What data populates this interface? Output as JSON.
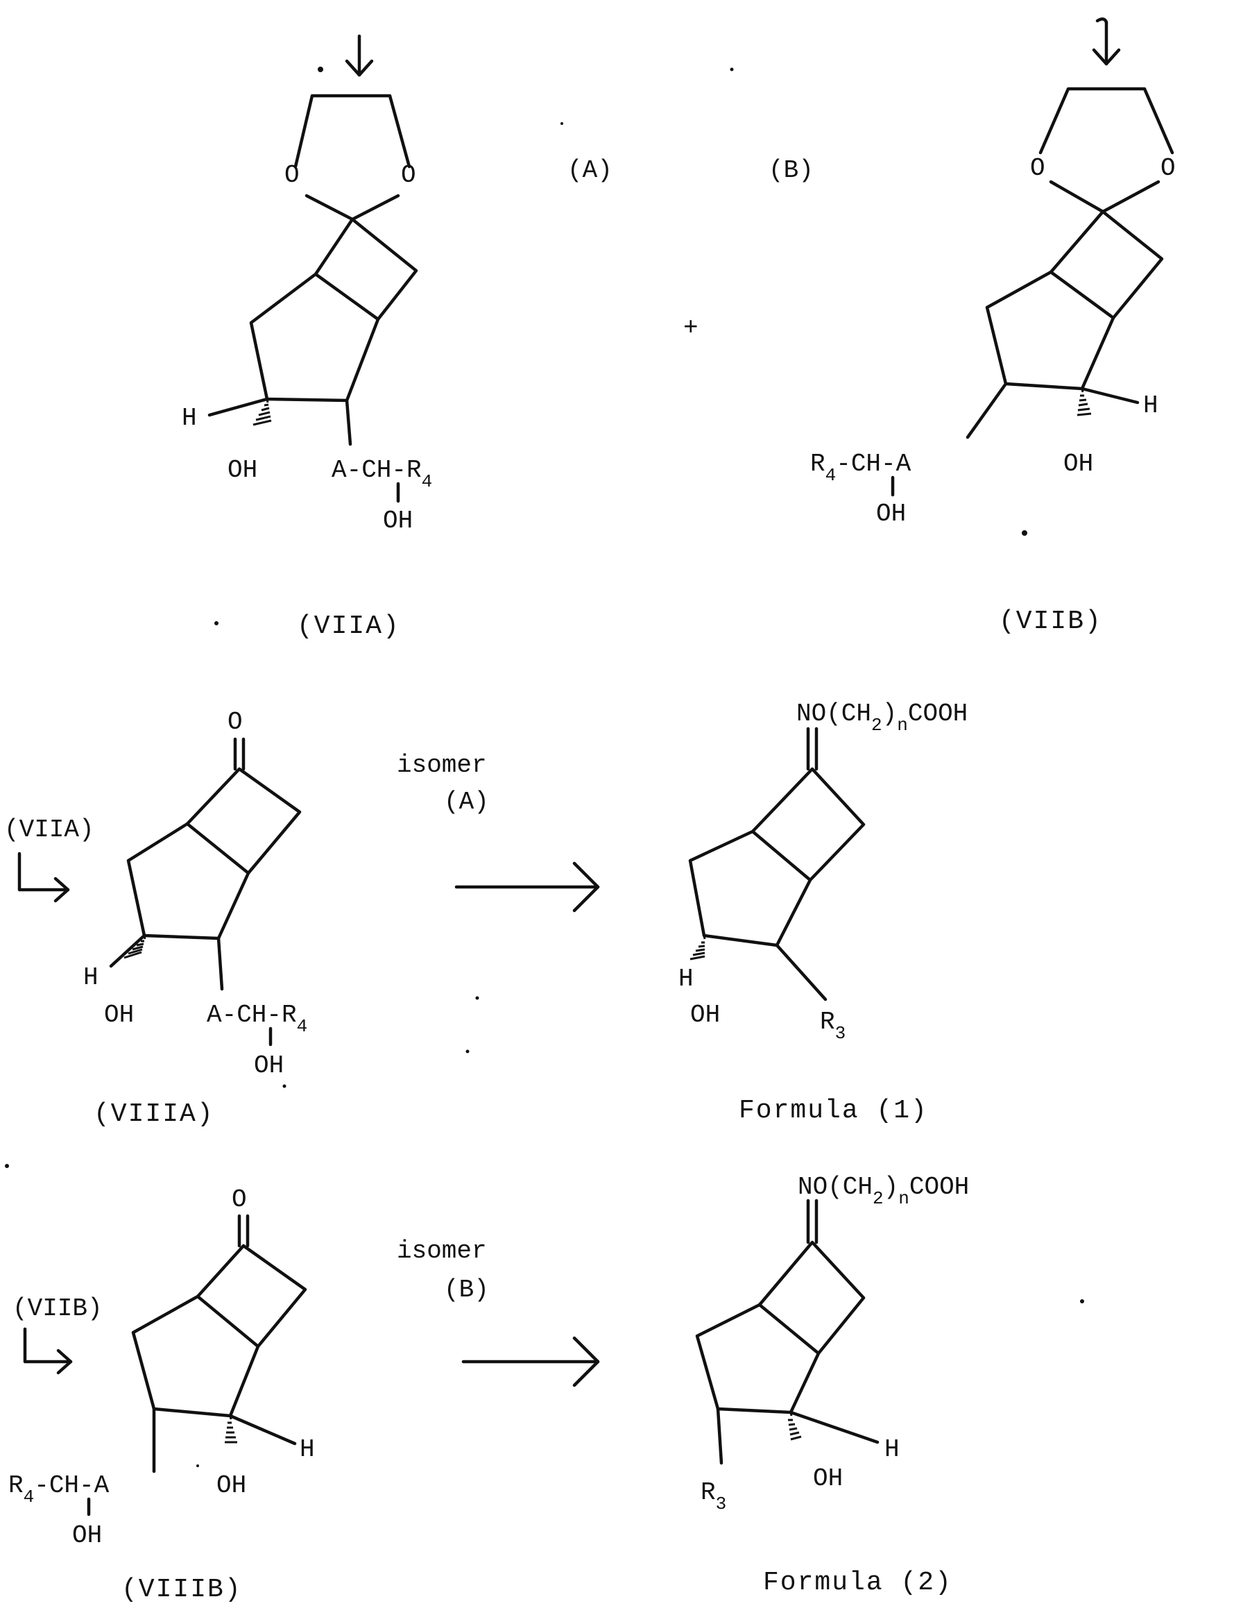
{
  "reaction_scheme": {
    "row1": {
      "left_compound": {
        "caption": "(VIIA)",
        "ring_o_left": "O",
        "ring_o_right": "O",
        "h": "H",
        "oh": "OH",
        "chain": "A-CH-R",
        "chain_sub": "4",
        "chain_oh": "OH"
      },
      "label_a": "(A)",
      "label_b": "(B)",
      "plus": "+",
      "right_compound": {
        "caption": "(VIIB)",
        "ring_o_left": "O",
        "ring_o_right": "O",
        "h": "H",
        "oh": "OH",
        "chain_pre": "R",
        "chain_sub": "4",
        "chain": "-CH-A",
        "chain_oh": "OH"
      }
    },
    "row2": {
      "from_label": "(VIIA)",
      "reactant": {
        "caption": "(VIIIA)",
        "ketone_o": "O",
        "h": "H",
        "oh": "OH",
        "chain": "A-CH-R",
        "chain_sub": "4",
        "chain_oh": "OH"
      },
      "arrow_label_1": "isomer",
      "arrow_label_2": "(A)",
      "product": {
        "caption": "Formula (1)",
        "oxime_pre": "NO(CH",
        "oxime_sub1": "2",
        "oxime_mid": ")",
        "oxime_sub2": "n",
        "oxime_post": "COOH",
        "h": "H",
        "oh": "OH",
        "r3": "R",
        "r3_sub": "3"
      }
    },
    "row3": {
      "from_label": "(VIIB)",
      "reactant": {
        "caption": "(VIIIB)",
        "ketone_o": "O",
        "h": "H",
        "oh": "OH",
        "chain_pre": "R",
        "chain_sub": "4",
        "chain": "-CH-A",
        "chain_oh": "OH"
      },
      "arrow_label_1": "isomer",
      "arrow_label_2": "(B)",
      "product": {
        "caption": "Formula (2)",
        "oxime_pre": "NO(CH",
        "oxime_sub1": "2",
        "oxime_mid": ")",
        "oxime_sub2": "n",
        "oxime_post": "COOH",
        "h": "H",
        "oh": "OH",
        "r3": "R",
        "r3_sub": "3"
      }
    }
  }
}
